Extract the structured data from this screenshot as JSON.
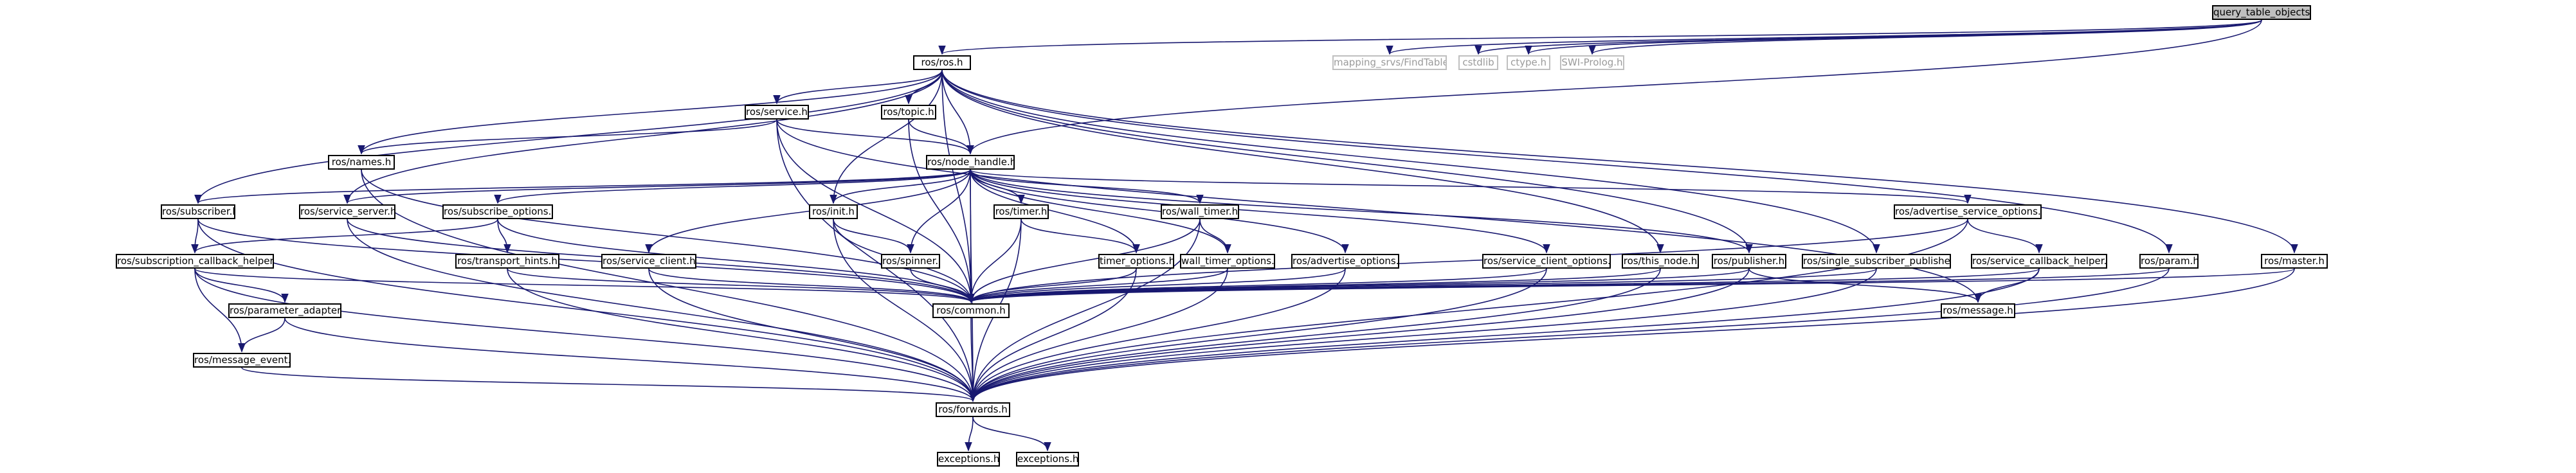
{
  "graph": {
    "title": "",
    "colors": {
      "edge": "#191970",
      "border": "#000000",
      "external_border": "#bfbfbf",
      "root_fill": "#bfbfbf",
      "external_text": "#9a9a9a"
    },
    "nodes": [
      {
        "id": "root",
        "label": "query_table_objects.cpp",
        "kind": "root"
      },
      {
        "id": "ros",
        "label": "ros/ros.h",
        "kind": "file"
      },
      {
        "id": "findtableid",
        "label": "mapping_srvs/FindTableId.h",
        "kind": "external"
      },
      {
        "id": "cstdlib",
        "label": "cstdlib",
        "kind": "external"
      },
      {
        "id": "ctype",
        "label": "ctype.h",
        "kind": "external"
      },
      {
        "id": "swiprolog",
        "label": "SWI-Prolog.h",
        "kind": "external"
      },
      {
        "id": "service",
        "label": "ros/service.h",
        "kind": "file"
      },
      {
        "id": "topic",
        "label": "ros/topic.h",
        "kind": "file"
      },
      {
        "id": "names",
        "label": "ros/names.h",
        "kind": "file"
      },
      {
        "id": "node_handle",
        "label": "ros/node_handle.h",
        "kind": "file"
      },
      {
        "id": "subscriber",
        "label": "ros/subscriber.h",
        "kind": "file"
      },
      {
        "id": "service_server",
        "label": "ros/service_server.h",
        "kind": "file"
      },
      {
        "id": "subscribe_options",
        "label": "ros/subscribe_options.h",
        "kind": "file"
      },
      {
        "id": "init",
        "label": "ros/init.h",
        "kind": "file"
      },
      {
        "id": "timer",
        "label": "ros/timer.h",
        "kind": "file"
      },
      {
        "id": "wall_timer",
        "label": "ros/wall_timer.h",
        "kind": "file"
      },
      {
        "id": "advertise_service_options",
        "label": "ros/advertise_service_options.h",
        "kind": "file"
      },
      {
        "id": "subscription_callback_helper",
        "label": "ros/subscription_callback_helper.h",
        "kind": "file"
      },
      {
        "id": "transport_hints",
        "label": "ros/transport_hints.h",
        "kind": "file"
      },
      {
        "id": "service_client",
        "label": "ros/service_client.h",
        "kind": "file"
      },
      {
        "id": "spinner",
        "label": "ros/spinner.h",
        "kind": "file"
      },
      {
        "id": "timer_options",
        "label": "timer_options.h",
        "kind": "file"
      },
      {
        "id": "wall_timer_options",
        "label": "wall_timer_options.h",
        "kind": "file"
      },
      {
        "id": "advertise_options",
        "label": "ros/advertise_options.h",
        "kind": "file"
      },
      {
        "id": "service_client_options",
        "label": "ros/service_client_options.h",
        "kind": "file"
      },
      {
        "id": "this_node",
        "label": "ros/this_node.h",
        "kind": "file"
      },
      {
        "id": "publisher",
        "label": "ros/publisher.h",
        "kind": "file"
      },
      {
        "id": "single_subscriber_publisher",
        "label": "ros/single_subscriber_publisher.h",
        "kind": "file"
      },
      {
        "id": "service_callback_helper",
        "label": "ros/service_callback_helper.h",
        "kind": "file"
      },
      {
        "id": "param",
        "label": "ros/param.h",
        "kind": "file"
      },
      {
        "id": "master",
        "label": "ros/master.h",
        "kind": "file"
      },
      {
        "id": "parameter_adapter",
        "label": "ros/parameter_adapter.h",
        "kind": "file"
      },
      {
        "id": "common",
        "label": "ros/common.h",
        "kind": "file"
      },
      {
        "id": "message",
        "label": "ros/message.h",
        "kind": "file"
      },
      {
        "id": "message_event",
        "label": "ros/message_event.h",
        "kind": "file"
      },
      {
        "id": "forwards",
        "label": "ros/forwards.h",
        "kind": "file"
      },
      {
        "id": "exceptions_a",
        "label": "exceptions.h",
        "kind": "file"
      },
      {
        "id": "exceptions_b",
        "label": "exceptions.h",
        "kind": "file"
      }
    ],
    "edges": [
      [
        "root",
        "ros"
      ],
      [
        "root",
        "findtableid"
      ],
      [
        "root",
        "cstdlib"
      ],
      [
        "root",
        "ctype"
      ],
      [
        "root",
        "swiprolog"
      ],
      [
        "root",
        "node_handle"
      ],
      [
        "ros",
        "service"
      ],
      [
        "ros",
        "topic"
      ],
      [
        "ros",
        "names"
      ],
      [
        "ros",
        "node_handle"
      ],
      [
        "ros",
        "subscriber"
      ],
      [
        "ros",
        "service_server"
      ],
      [
        "ros",
        "init"
      ],
      [
        "ros",
        "common"
      ],
      [
        "ros",
        "this_node"
      ],
      [
        "ros",
        "publisher"
      ],
      [
        "ros",
        "single_subscriber_publisher"
      ],
      [
        "ros",
        "param"
      ],
      [
        "ros",
        "master"
      ],
      [
        "service",
        "names"
      ],
      [
        "service",
        "node_handle"
      ],
      [
        "service",
        "common"
      ],
      [
        "service",
        "message"
      ],
      [
        "service",
        "forwards"
      ],
      [
        "topic",
        "node_handle"
      ],
      [
        "topic",
        "common"
      ],
      [
        "names",
        "common"
      ],
      [
        "names",
        "forwards"
      ],
      [
        "node_handle",
        "subscriber"
      ],
      [
        "node_handle",
        "service_server"
      ],
      [
        "node_handle",
        "subscribe_options"
      ],
      [
        "node_handle",
        "init"
      ],
      [
        "node_handle",
        "timer"
      ],
      [
        "node_handle",
        "wall_timer"
      ],
      [
        "node_handle",
        "advertise_service_options"
      ],
      [
        "node_handle",
        "service_client"
      ],
      [
        "node_handle",
        "spinner"
      ],
      [
        "node_handle",
        "timer_options"
      ],
      [
        "node_handle",
        "wall_timer_options"
      ],
      [
        "node_handle",
        "advertise_options"
      ],
      [
        "node_handle",
        "service_client_options"
      ],
      [
        "node_handle",
        "publisher"
      ],
      [
        "node_handle",
        "common"
      ],
      [
        "node_handle",
        "forwards"
      ],
      [
        "subscriber",
        "subscription_callback_helper"
      ],
      [
        "subscriber",
        "common"
      ],
      [
        "subscriber",
        "forwards"
      ],
      [
        "service_server",
        "common"
      ],
      [
        "service_server",
        "forwards"
      ],
      [
        "subscribe_options",
        "subscription_callback_helper"
      ],
      [
        "subscribe_options",
        "transport_hints"
      ],
      [
        "subscribe_options",
        "common"
      ],
      [
        "init",
        "spinner"
      ],
      [
        "init",
        "common"
      ],
      [
        "init",
        "forwards"
      ],
      [
        "timer",
        "timer_options"
      ],
      [
        "timer",
        "common"
      ],
      [
        "timer",
        "forwards"
      ],
      [
        "wall_timer",
        "wall_timer_options"
      ],
      [
        "wall_timer",
        "common"
      ],
      [
        "wall_timer",
        "forwards"
      ],
      [
        "advertise_service_options",
        "service_callback_helper"
      ],
      [
        "advertise_service_options",
        "common"
      ],
      [
        "advertise_service_options",
        "forwards"
      ],
      [
        "subscription_callback_helper",
        "parameter_adapter"
      ],
      [
        "subscription_callback_helper",
        "message_event"
      ],
      [
        "subscription_callback_helper",
        "common"
      ],
      [
        "subscription_callback_helper",
        "forwards"
      ],
      [
        "transport_hints",
        "common"
      ],
      [
        "transport_hints",
        "forwards"
      ],
      [
        "service_client",
        "common"
      ],
      [
        "service_client",
        "forwards"
      ],
      [
        "spinner",
        "common"
      ],
      [
        "timer_options",
        "common"
      ],
      [
        "timer_options",
        "forwards"
      ],
      [
        "wall_timer_options",
        "common"
      ],
      [
        "wall_timer_options",
        "forwards"
      ],
      [
        "advertise_options",
        "common"
      ],
      [
        "advertise_options",
        "forwards"
      ],
      [
        "service_client_options",
        "common"
      ],
      [
        "service_client_options",
        "forwards"
      ],
      [
        "this_node",
        "common"
      ],
      [
        "this_node",
        "forwards"
      ],
      [
        "publisher",
        "message"
      ],
      [
        "publisher",
        "common"
      ],
      [
        "publisher",
        "forwards"
      ],
      [
        "single_subscriber_publisher",
        "common"
      ],
      [
        "single_subscriber_publisher",
        "forwards"
      ],
      [
        "service_callback_helper",
        "message"
      ],
      [
        "service_callback_helper",
        "common"
      ],
      [
        "service_callback_helper",
        "forwards"
      ],
      [
        "param",
        "common"
      ],
      [
        "param",
        "forwards"
      ],
      [
        "master",
        "common"
      ],
      [
        "master",
        "forwards"
      ],
      [
        "parameter_adapter",
        "message_event"
      ],
      [
        "parameter_adapter",
        "forwards"
      ],
      [
        "message_event",
        "forwards"
      ],
      [
        "common",
        "forwards"
      ],
      [
        "forwards",
        "exceptions_a"
      ],
      [
        "forwards",
        "exceptions_b"
      ]
    ]
  }
}
